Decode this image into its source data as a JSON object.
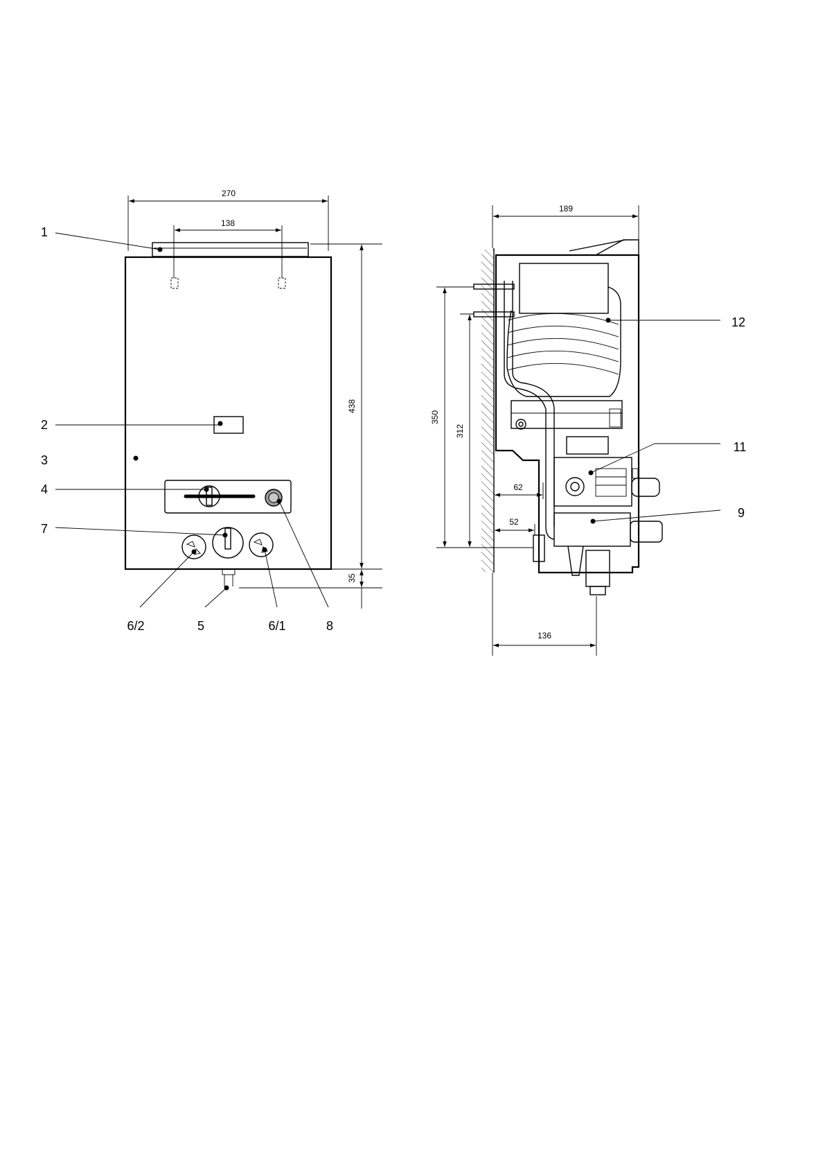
{
  "front_view": {
    "dimensions": {
      "overall_width": "270",
      "hanger_spacing": "138",
      "overall_height": "438",
      "outlet_height": "35"
    },
    "callouts": {
      "c1": "1",
      "c2": "2",
      "c3": "3",
      "c4": "4",
      "c7": "7",
      "c6_2": "6/2",
      "c5": "5",
      "c6_1": "6/1",
      "c8": "8"
    }
  },
  "side_view": {
    "dimensions": {
      "depth": "189",
      "upper_fixing_height": "350",
      "lower_fixing_height": "312",
      "wall_to_gas_inlet": "62",
      "wall_to_water_inlet": "52",
      "wall_to_outlet": "136"
    },
    "callouts": {
      "c12": "12",
      "c11": "11",
      "c9": "9"
    }
  }
}
